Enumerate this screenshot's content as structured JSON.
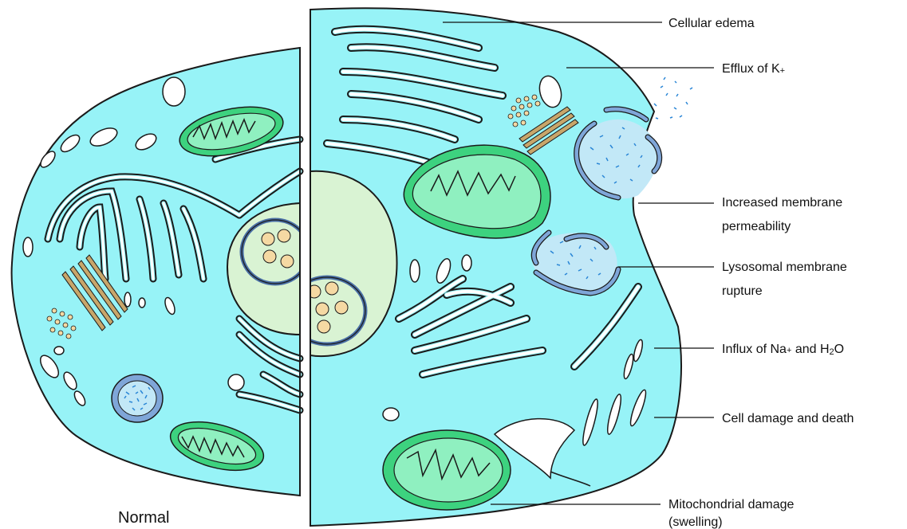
{
  "colors": {
    "cytoplasm": "#97f3f7",
    "nucleus": "#d9f3d3",
    "mitochondria": "#3dd27f",
    "mitochondria_inner": "#8ff0c0",
    "lysosome": "#7fa6d8",
    "golgi": "#c8a66a",
    "outline": "#1a1a1a"
  },
  "left_cell": {
    "label": "Normal"
  },
  "labels": {
    "cellular_edema": "Cellular edema",
    "efflux_k_text": "Efflux of K",
    "efflux_k_sup": "+",
    "membrane_perm_1": "Increased membrane",
    "membrane_perm_2": "permeability",
    "lysosomal_1": "Lysosomal membrane",
    "lysosomal_2": "rupture",
    "influx_text_1": "Influx of Na",
    "influx_sup": "+",
    "influx_text_2": " and H",
    "influx_sub": "2",
    "influx_text_3": "O",
    "cell_damage": "Cell damage and death",
    "mito_damage_1": "Mitochondrial damage",
    "mito_damage_2": "(swelling)"
  }
}
